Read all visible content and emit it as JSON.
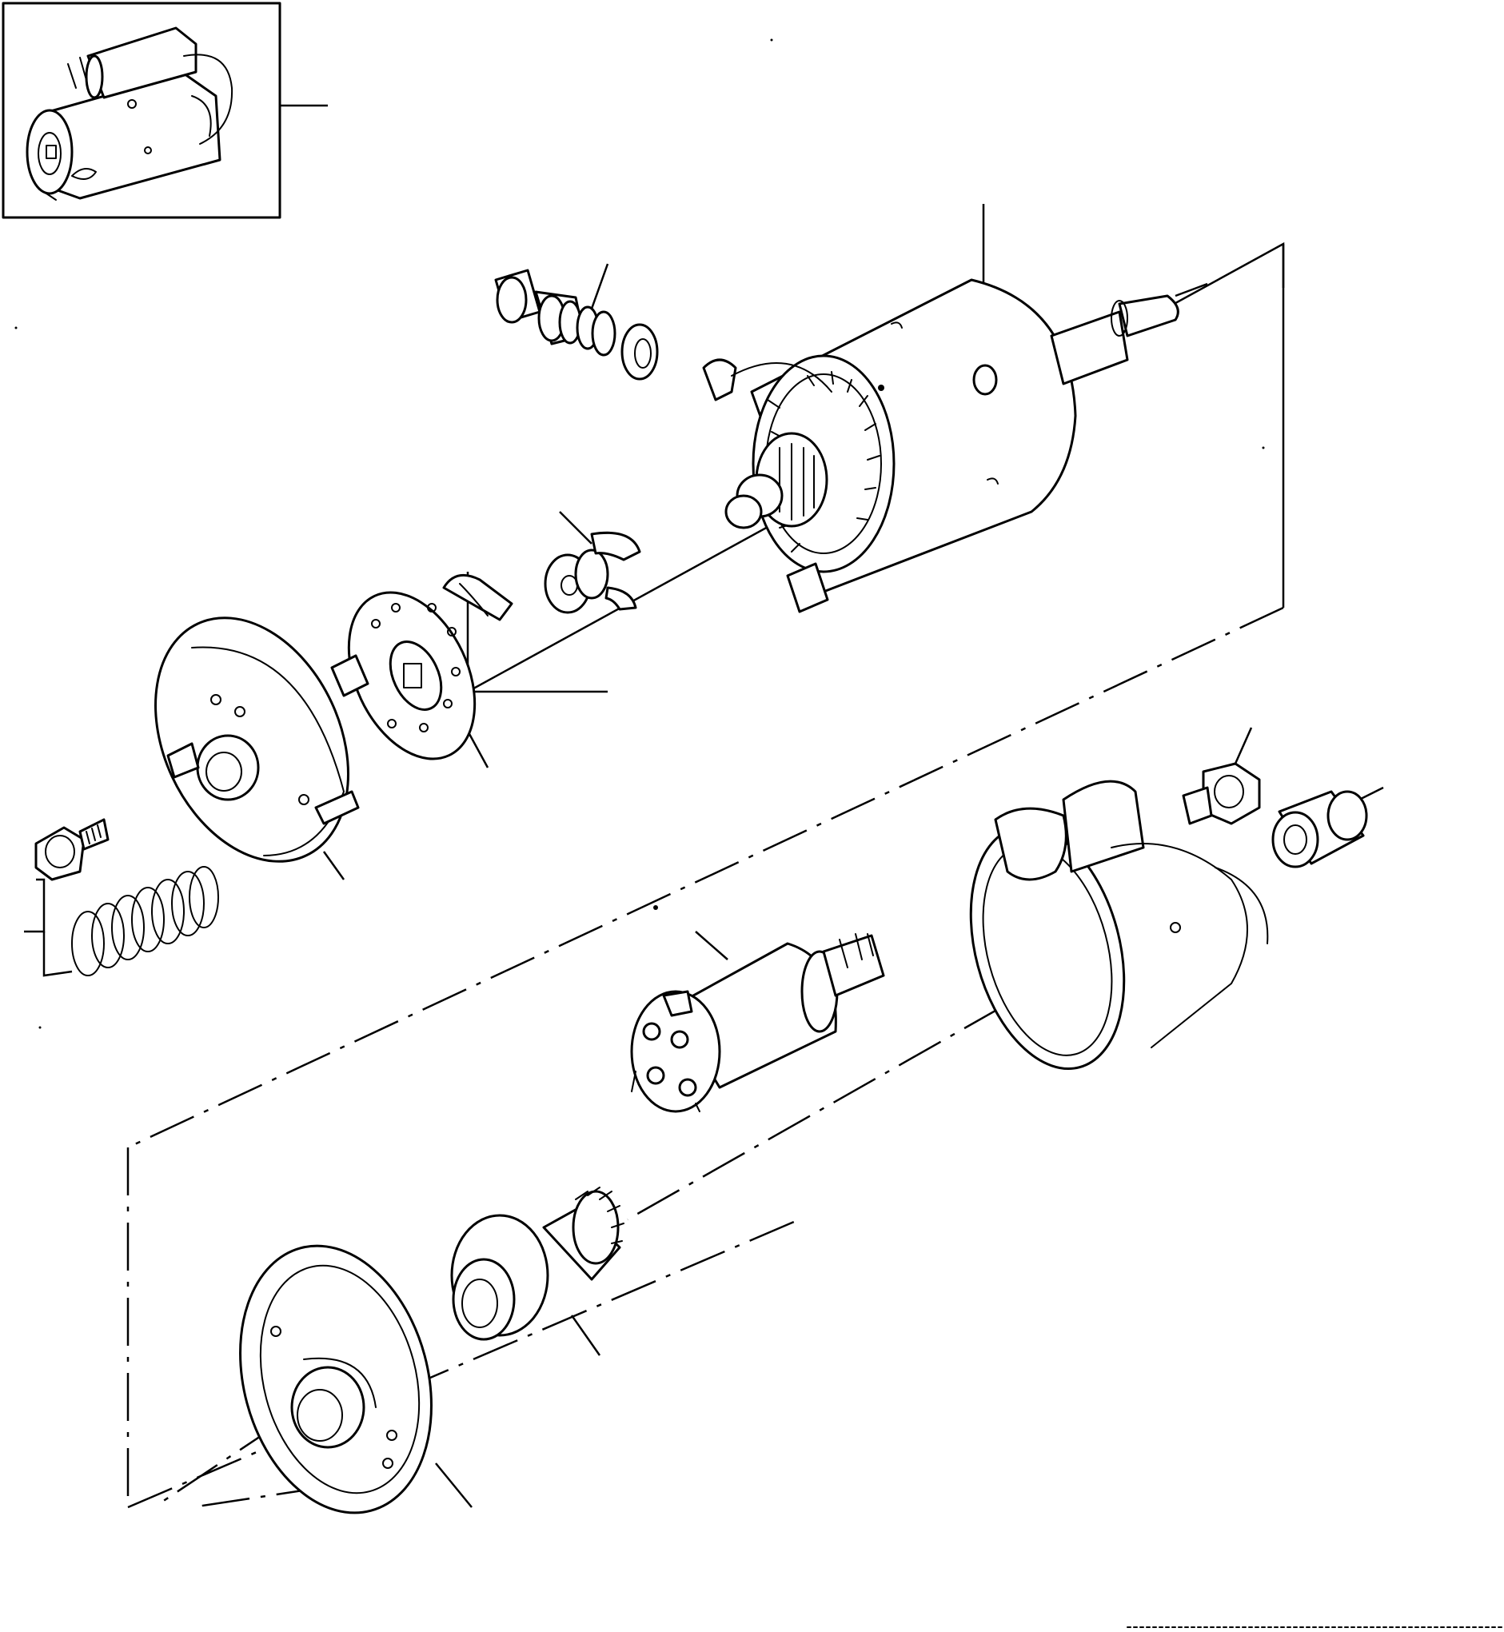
{
  "diagram": {
    "kind": "exploded-parts-view",
    "parts": [
      {
        "id": "overview-starter",
        "icon": "starter-motor-overview-icon"
      },
      {
        "id": "brush-spring-set",
        "icon": "spring-washer-stack-icon"
      },
      {
        "id": "field-yoke",
        "icon": "field-housing-icon"
      },
      {
        "id": "armature-shaft",
        "icon": "armature-icon"
      },
      {
        "id": "bushing-pulley",
        "icon": "bushing-icon"
      },
      {
        "id": "brush-holder-plate",
        "icon": "brush-plate-icon"
      },
      {
        "id": "end-cover",
        "icon": "end-cover-icon"
      },
      {
        "id": "through-bolt",
        "icon": "bolt-icon"
      },
      {
        "id": "coil-spring",
        "icon": "coil-spring-icon"
      },
      {
        "id": "solenoid",
        "icon": "solenoid-icon"
      },
      {
        "id": "drive-housing",
        "icon": "drive-end-housing-icon"
      },
      {
        "id": "nut",
        "icon": "nut-icon"
      },
      {
        "id": "sleeve-bushing",
        "icon": "sleeve-bushing-icon"
      },
      {
        "id": "pinion-clutch",
        "icon": "pinion-drive-icon"
      },
      {
        "id": "end-plate",
        "icon": "end-plate-icon"
      }
    ]
  }
}
